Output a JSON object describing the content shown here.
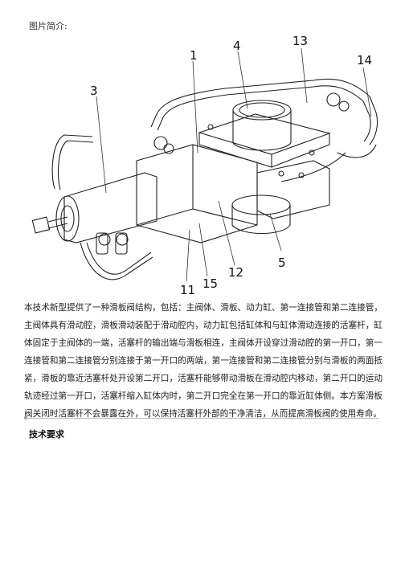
{
  "document": {
    "intro_label": "图片简介:",
    "figure": {
      "callouts": [
        "1",
        "3",
        "4",
        "5",
        "11",
        "12",
        "13",
        "14",
        "15"
      ]
    },
    "description": "本技术新型提供了一种滑板阀结构，包括：主阀体、滑板、动力缸、第一连接管和第二连接管，主阀体具有滑动腔，滑板滑动装配于滑动腔内，动力缸包括缸体和与缸体滑动连接的活塞杆，缸体固定于主阀体的一端，活塞杆的输出端与滑板相连，主阀体开设穿过滑动腔的第一开口，第一连接管和第二连接管分别连接于第一开口的两端，第一连接管和第二连接管分别与滑板的两面抵紧，滑板的靠近活塞杆处开设第二开口，活塞杆能够带动滑板在滑动腔内移动，第二开口的运动轨迹经过第一开口，活塞杆缩入缸体内时，第二开口完全在第一开口的靠近缸体侧。本方案滑板阀关闭时活塞杆不会暴露在外，可以保持活塞杆外部的干净清洁，从而提高滑板阀的使用寿命。",
    "section_heading": "技术要求"
  }
}
